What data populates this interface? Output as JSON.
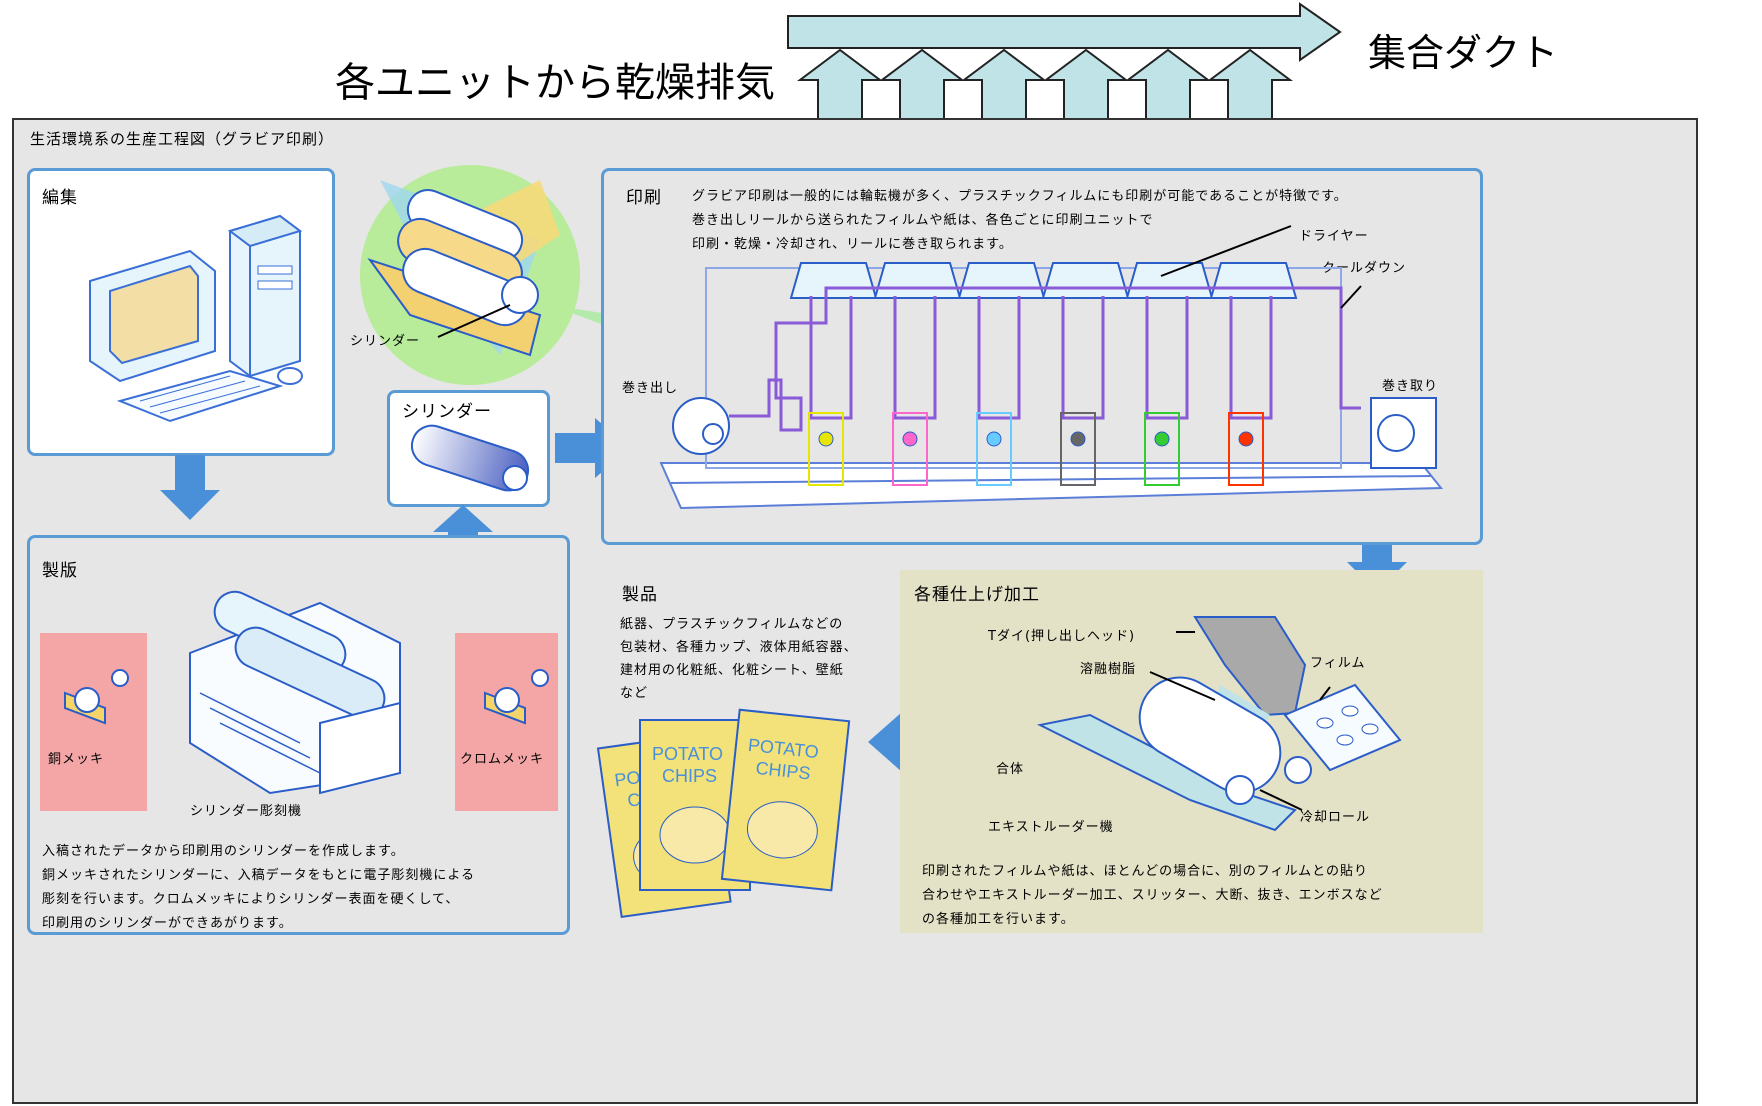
{
  "exhaust": {
    "label": "各ユニットから乾燥排気",
    "duct_label": "集合ダクト"
  },
  "diagram": {
    "title": "生活環境系の生産工程図（グラビア印刷）"
  },
  "editing": {
    "heading": "編集"
  },
  "cylinder_zoom": {
    "label": "シリンダー"
  },
  "cylinder_box": {
    "heading": "シリンダー"
  },
  "plate_making": {
    "heading": "製版",
    "copper_label": "銅メッキ",
    "chrome_label": "クロムメッキ",
    "engraver_label": "シリンダー彫刻機",
    "description": [
      "入稿されたデータから印刷用のシリンダーを作成します。",
      "銅メッキされたシリンダーに、入稿データをもとに電子彫刻機による",
      "彫刻を行います。クロムメッキによりシリンダー表面を硬くして、",
      "印刷用のシリンダーができあがります。"
    ]
  },
  "printing": {
    "heading": "印刷",
    "description": [
      "グラビア印刷は一般的には輪転機が多く、プラスチックフィルムにも印刷が可能であることが特徴です。",
      "巻き出しリールから送られたフィルムや紙は、各色ごとに印刷ユニットで",
      "印刷・乾燥・冷却され、リールに巻き取られます。"
    ],
    "dryer_label": "ドライヤー",
    "cooldown_label": "クールダウン",
    "unwind_label": "巻き出し",
    "rewind_label": "巻き取り",
    "unit_colors": [
      "#e6e600",
      "#ff66cc",
      "#66ccff",
      "#666666",
      "#33cc33",
      "#ff3300"
    ]
  },
  "products": {
    "heading": "製品",
    "description": [
      "紙器、プラスチックフィルムなどの",
      "包装材、各種カップ、液体用紙容器、",
      "建材用の化粧紙、化粧シート、壁紙",
      "など"
    ],
    "bag_text_1": "POTATO",
    "bag_text_2": "CHIPS"
  },
  "finishing": {
    "heading": "各種仕上げ加工",
    "tdie_label": "Tダイ(押し出しヘッド)",
    "resin_label": "溶融樹脂",
    "film_label": "フィルム",
    "laminate_label": "合体",
    "extruder_label": "エキストルーダー機",
    "chill_roll_label": "冷却ロール",
    "description": [
      "印刷されたフィルムや紙は、ほとんどの場合に、別のフィルムとの貼り",
      "合わせやエキストルーダー加工、スリッター、大断、抜き、エンボスなど",
      "の各種加工を行います。"
    ]
  },
  "colors": {
    "panel_border": "#5b9bd5",
    "flow_arrow": "#4a90d9",
    "exhaust_arrow": "#bfe3e6",
    "plating_bg": "#f4a6a6",
    "finishing_bg": "#e3e1c6"
  }
}
